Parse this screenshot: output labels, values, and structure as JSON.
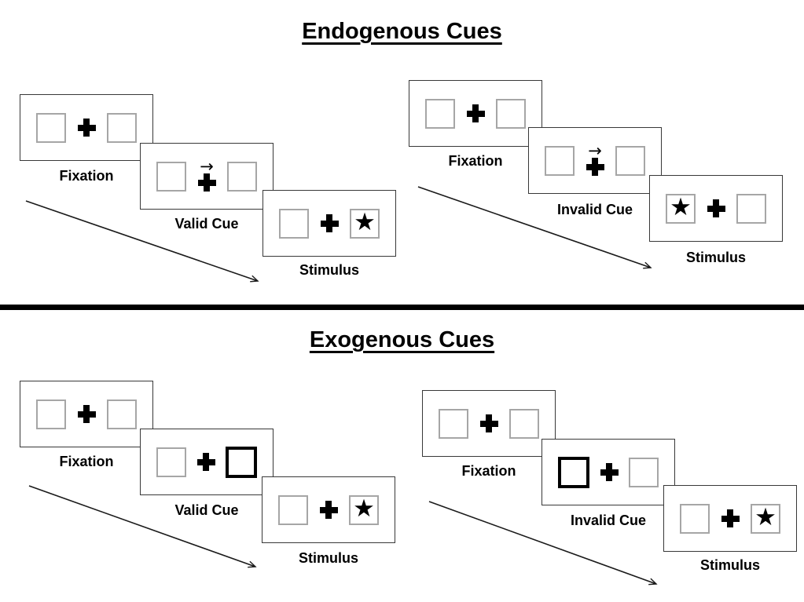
{
  "icons": {
    "star": "★",
    "cue_arrow": "→",
    "fixation_cross": "+"
  },
  "colors": {
    "background": "#ffffff",
    "ink": "#000000",
    "panel_border": "#383838",
    "square_border": "#a6a6a6",
    "cued_square_border": "#000000"
  },
  "sections": [
    {
      "id": "endogenous",
      "title": "Endogenous Cues",
      "sequences": [
        {
          "id": "endogenous-valid",
          "panels": [
            {
              "label": "Fixation",
              "left_box": "empty",
              "right_box": "empty",
              "center": "cross"
            },
            {
              "label": "Valid Cue",
              "left_box": "empty",
              "right_box": "empty",
              "center": "arrow-over-cross"
            },
            {
              "label": "Stimulus",
              "left_box": "empty",
              "right_box": "star",
              "center": "cross"
            }
          ]
        },
        {
          "id": "endogenous-invalid",
          "panels": [
            {
              "label": "Fixation",
              "left_box": "empty",
              "right_box": "empty",
              "center": "cross"
            },
            {
              "label": "Invalid Cue",
              "left_box": "empty",
              "right_box": "empty",
              "center": "arrow-over-cross"
            },
            {
              "label": "Stimulus",
              "left_box": "star",
              "right_box": "empty",
              "center": "cross"
            }
          ]
        }
      ]
    },
    {
      "id": "exogenous",
      "title": "Exogenous Cues",
      "sequences": [
        {
          "id": "exogenous-valid",
          "panels": [
            {
              "label": "Fixation",
              "left_box": "empty",
              "right_box": "empty",
              "center": "cross"
            },
            {
              "label": "Valid Cue",
              "left_box": "empty",
              "right_box": "cued",
              "center": "cross"
            },
            {
              "label": "Stimulus",
              "left_box": "empty",
              "right_box": "star",
              "center": "cross"
            }
          ]
        },
        {
          "id": "exogenous-invalid",
          "panels": [
            {
              "label": "Fixation",
              "left_box": "empty",
              "right_box": "empty",
              "center": "cross"
            },
            {
              "label": "Invalid Cue",
              "left_box": "cued",
              "right_box": "empty",
              "center": "cross"
            },
            {
              "label": "Stimulus",
              "left_box": "empty",
              "right_box": "star",
              "center": "cross"
            }
          ]
        }
      ]
    }
  ]
}
